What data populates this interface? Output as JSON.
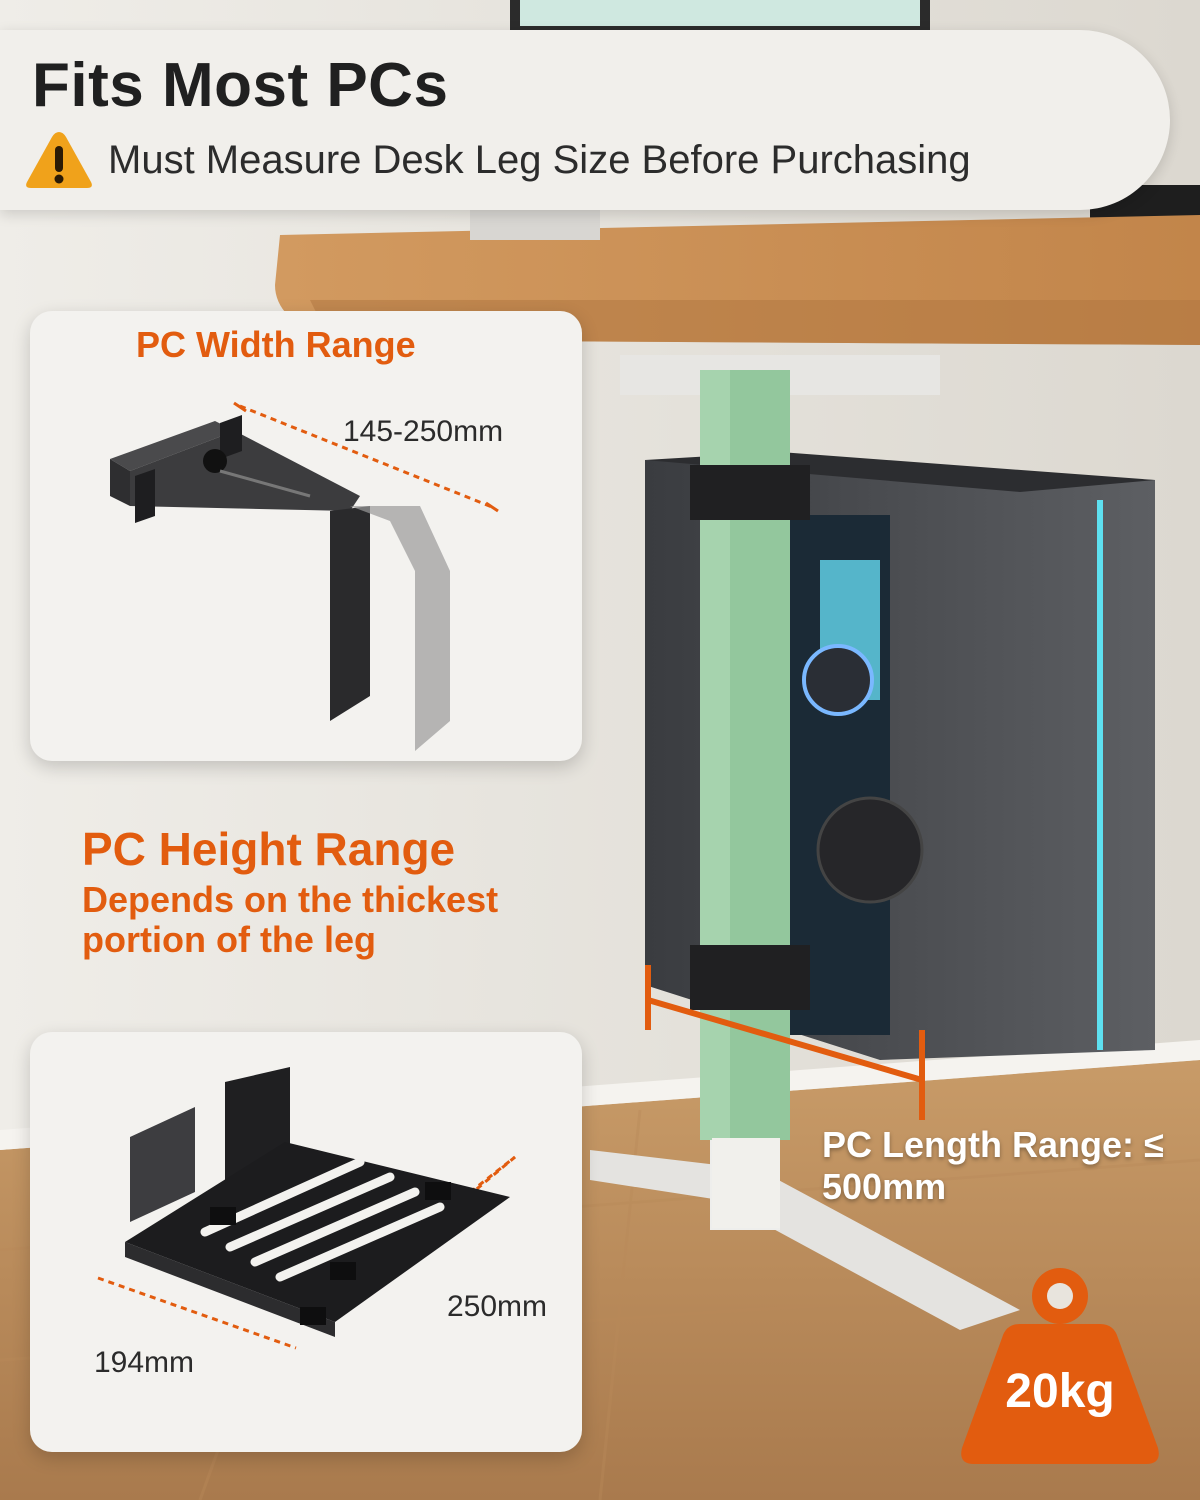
{
  "header": {
    "title": "Fits Most PCs",
    "subtitle": "Must Measure Desk Leg Size Before Purchasing",
    "warning_icon": "warning-triangle-icon"
  },
  "width_card": {
    "title": "PC Width Range",
    "dimension": "145-250mm"
  },
  "height_info": {
    "title": "PC Height Range",
    "description": "Depends on the thickest portion of the leg"
  },
  "tray_card": {
    "dimension_depth": "250mm",
    "dimension_width": "194mm"
  },
  "length_info": {
    "label": "PC Length Range: ≤ 500mm"
  },
  "weight_badge": {
    "value": "20kg",
    "icon": "weight-icon"
  },
  "colors": {
    "accent": "#e25c0f",
    "title": "#202020",
    "leg": "#93c79d",
    "desk": "#c9894e"
  }
}
